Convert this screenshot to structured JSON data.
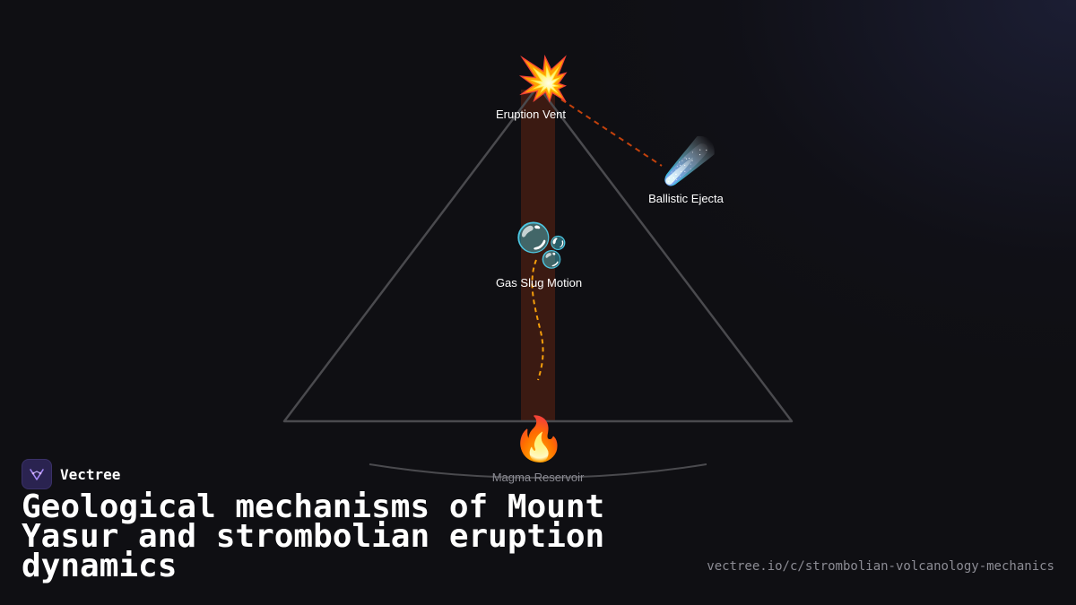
{
  "diagram": {
    "nodes": {
      "vent": {
        "label": "Eruption Vent",
        "icon": "collision-icon",
        "glyph": "💥"
      },
      "ejecta": {
        "label": "Ballistic Ejecta",
        "icon": "comet-icon",
        "glyph": "☄️"
      },
      "gas": {
        "label": "Gas Slug Motion",
        "icon": "bubbles-icon",
        "glyph": "🫧"
      },
      "reservoir": {
        "label": "Magma Reservoir",
        "icon": "fire-icon",
        "glyph": "🔥"
      }
    },
    "colors": {
      "cone_outline": "#4a4a4e",
      "conduit": "#3b1a12",
      "ejecta_path": "#c2410c",
      "gas_path": "#f59e0b"
    }
  },
  "brand": {
    "name": "Vectree"
  },
  "title": "Geological mechanisms of Mount Yasur and strombolian eruption dynamics",
  "url": "vectree.io/c/strombolian-volcanology-mechanics"
}
